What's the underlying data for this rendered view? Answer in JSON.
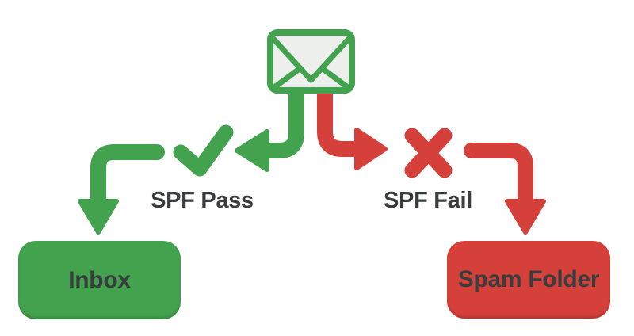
{
  "diagram": {
    "background": "#ffffff",
    "colors": {
      "pass_green": "#43A24D",
      "fail_red": "#D6403A",
      "label_text": "#3A3D3D",
      "envelope_fill": "#EDEFED"
    },
    "source": {
      "icon": "envelope-icon"
    },
    "branches": {
      "pass": {
        "label": "SPF Pass",
        "icon": "checkmark-icon",
        "color": "#43A24D",
        "destination": "Inbox"
      },
      "fail": {
        "label": "SPF Fail",
        "icon": "x-icon",
        "color": "#D6403A",
        "destination": "Spam Folder"
      }
    },
    "nodes": {
      "inbox": {
        "label": "Inbox"
      },
      "spam": {
        "label": "Spam Folder"
      }
    }
  }
}
